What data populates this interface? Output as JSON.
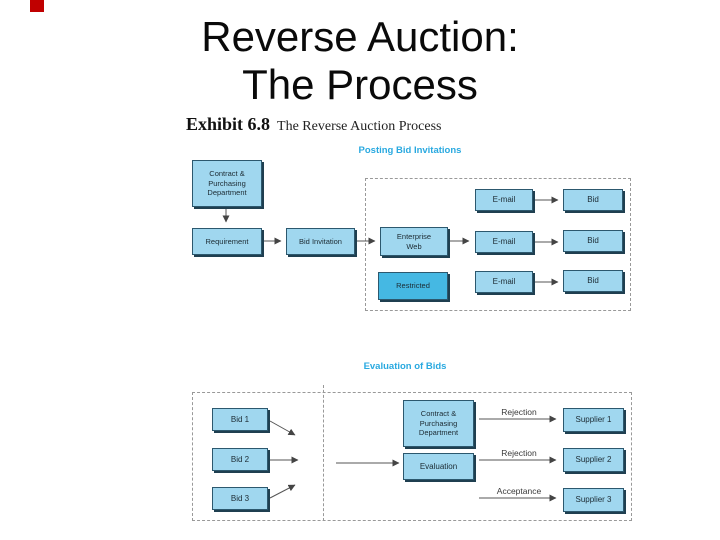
{
  "slide_title": {
    "line1": "Reverse Auction:",
    "line2": "The Process"
  },
  "exhibit": {
    "number": "Exhibit 6.8",
    "caption": "The Reverse Auction Process"
  },
  "posting_section": {
    "heading": "Posting Bid Invitations",
    "contract_dept": {
      "line1": "Contract &",
      "line2": "Purchasing",
      "line3": "Department"
    },
    "requirement": "Requirement",
    "bid_invitation": "Bid Invitation",
    "enterprise_web": {
      "line1": "Enterprise",
      "line2": "Web"
    },
    "restricted": "Restricted",
    "email_label": "E-mail",
    "bid_label": "Bid"
  },
  "evaluation_section": {
    "heading": "Evaluation of Bids",
    "bids": [
      "Bid 1",
      "Bid 2",
      "Bid 3"
    ],
    "contract_dept": {
      "line1": "Contract &",
      "line2": "Purchasing",
      "line3": "Department"
    },
    "evaluation_box": "Evaluation",
    "outcomes": [
      "Rejection",
      "Rejection",
      "Acceptance"
    ],
    "suppliers": [
      "Supplier 1",
      "Supplier 2",
      "Supplier 3"
    ]
  },
  "colors": {
    "box_fill": "#a0d7ef",
    "box_fill_dark": "#45b8e3",
    "box_border": "#2c586e",
    "box_shadow": "#1f3f50",
    "section_heading": "#29a9e0",
    "marker_red": "#c00000",
    "arrow": "#555555",
    "dashes": "#999999"
  }
}
